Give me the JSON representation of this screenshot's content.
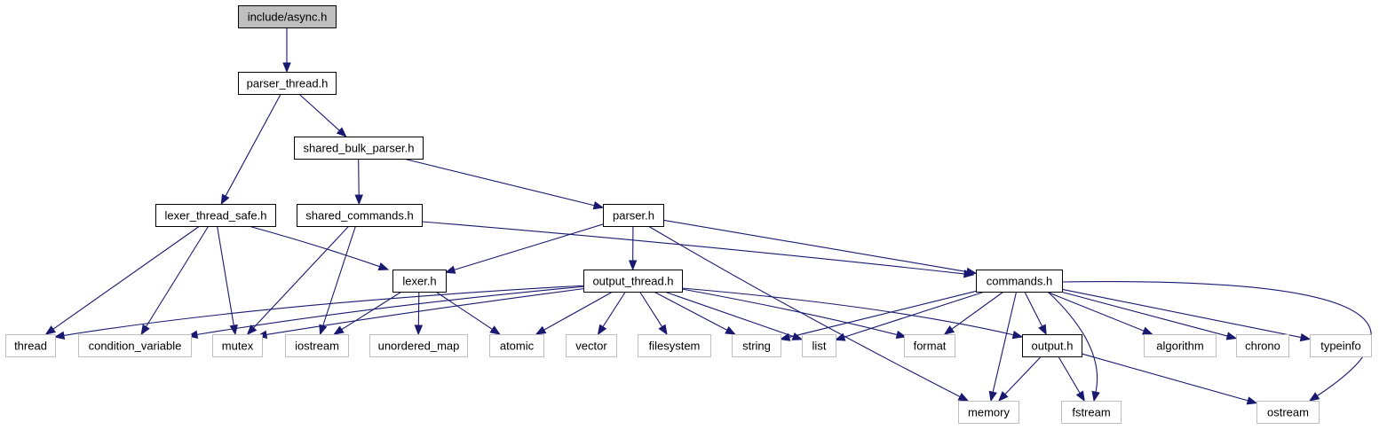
{
  "colors": {
    "edge": "#191970",
    "root_fill": "#bfbfbf",
    "root_border": "#000000",
    "internal_border": "#000000",
    "external_border": "#bfbfbf",
    "node_fill": "#ffffff"
  },
  "nodes": [
    {
      "id": "async",
      "label": "include/async.h",
      "kind": "root"
    },
    {
      "id": "parser_thread",
      "label": "parser_thread.h",
      "kind": "internal"
    },
    {
      "id": "shared_bulk_parser",
      "label": "shared_bulk_parser.h",
      "kind": "internal"
    },
    {
      "id": "lexer_thread_safe",
      "label": "lexer_thread_safe.h",
      "kind": "internal"
    },
    {
      "id": "shared_commands",
      "label": "shared_commands.h",
      "kind": "internal"
    },
    {
      "id": "parser",
      "label": "parser.h",
      "kind": "internal"
    },
    {
      "id": "lexer",
      "label": "lexer.h",
      "kind": "internal"
    },
    {
      "id": "output_thread",
      "label": "output_thread.h",
      "kind": "internal"
    },
    {
      "id": "commands",
      "label": "commands.h",
      "kind": "internal"
    },
    {
      "id": "output",
      "label": "output.h",
      "kind": "internal"
    },
    {
      "id": "thread",
      "label": "thread",
      "kind": "external"
    },
    {
      "id": "condition_variable",
      "label": "condition_variable",
      "kind": "external"
    },
    {
      "id": "mutex",
      "label": "mutex",
      "kind": "external"
    },
    {
      "id": "iostream",
      "label": "iostream",
      "kind": "external"
    },
    {
      "id": "unordered_map",
      "label": "unordered_map",
      "kind": "external"
    },
    {
      "id": "atomic",
      "label": "atomic",
      "kind": "external"
    },
    {
      "id": "vector",
      "label": "vector",
      "kind": "external"
    },
    {
      "id": "filesystem",
      "label": "filesystem",
      "kind": "external"
    },
    {
      "id": "string",
      "label": "string",
      "kind": "external"
    },
    {
      "id": "list",
      "label": "list",
      "kind": "external"
    },
    {
      "id": "format",
      "label": "format",
      "kind": "external"
    },
    {
      "id": "algorithm",
      "label": "algorithm",
      "kind": "external"
    },
    {
      "id": "chrono",
      "label": "chrono",
      "kind": "external"
    },
    {
      "id": "typeinfo",
      "label": "typeinfo",
      "kind": "external"
    },
    {
      "id": "memory",
      "label": "memory",
      "kind": "external"
    },
    {
      "id": "fstream",
      "label": "fstream",
      "kind": "external"
    },
    {
      "id": "ostream",
      "label": "ostream",
      "kind": "external"
    }
  ],
  "edges": [
    {
      "from": "async",
      "to": "parser_thread"
    },
    {
      "from": "parser_thread",
      "to": "lexer_thread_safe"
    },
    {
      "from": "parser_thread",
      "to": "shared_bulk_parser"
    },
    {
      "from": "shared_bulk_parser",
      "to": "shared_commands"
    },
    {
      "from": "shared_bulk_parser",
      "to": "parser"
    },
    {
      "from": "lexer_thread_safe",
      "to": "thread"
    },
    {
      "from": "lexer_thread_safe",
      "to": "condition_variable"
    },
    {
      "from": "lexer_thread_safe",
      "to": "mutex"
    },
    {
      "from": "lexer_thread_safe",
      "to": "lexer"
    },
    {
      "from": "shared_commands",
      "to": "mutex"
    },
    {
      "from": "shared_commands",
      "to": "iostream"
    },
    {
      "from": "shared_commands",
      "to": "commands"
    },
    {
      "from": "parser",
      "to": "lexer"
    },
    {
      "from": "parser",
      "to": "output_thread"
    },
    {
      "from": "parser",
      "to": "commands"
    },
    {
      "from": "parser",
      "to": "memory"
    },
    {
      "from": "lexer",
      "to": "iostream"
    },
    {
      "from": "lexer",
      "to": "unordered_map"
    },
    {
      "from": "lexer",
      "to": "atomic"
    },
    {
      "from": "output_thread",
      "to": "thread"
    },
    {
      "from": "output_thread",
      "to": "condition_variable"
    },
    {
      "from": "output_thread",
      "to": "mutex"
    },
    {
      "from": "output_thread",
      "to": "atomic"
    },
    {
      "from": "output_thread",
      "to": "vector"
    },
    {
      "from": "output_thread",
      "to": "filesystem"
    },
    {
      "from": "output_thread",
      "to": "string"
    },
    {
      "from": "output_thread",
      "to": "list"
    },
    {
      "from": "output_thread",
      "to": "format"
    },
    {
      "from": "output_thread",
      "to": "output"
    },
    {
      "from": "commands",
      "to": "string"
    },
    {
      "from": "commands",
      "to": "list"
    },
    {
      "from": "commands",
      "to": "format"
    },
    {
      "from": "commands",
      "to": "memory"
    },
    {
      "from": "commands",
      "to": "output"
    },
    {
      "from": "commands",
      "to": "fstream"
    },
    {
      "from": "commands",
      "to": "algorithm"
    },
    {
      "from": "commands",
      "to": "chrono"
    },
    {
      "from": "commands",
      "to": "typeinfo"
    },
    {
      "from": "commands",
      "to": "ostream"
    },
    {
      "from": "output",
      "to": "memory"
    },
    {
      "from": "output",
      "to": "fstream"
    },
    {
      "from": "output",
      "to": "ostream"
    }
  ]
}
